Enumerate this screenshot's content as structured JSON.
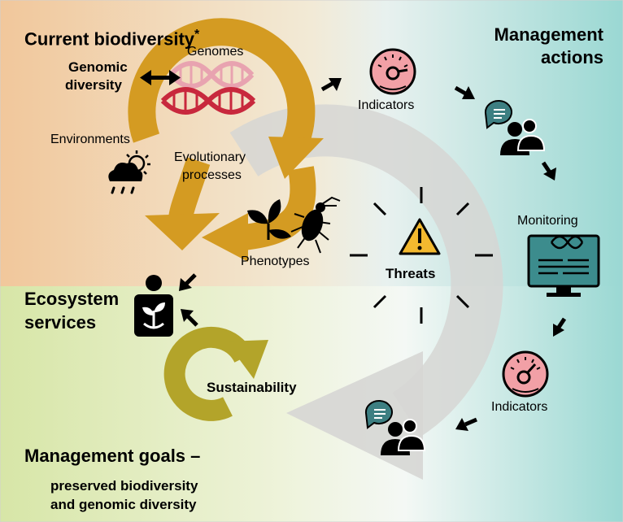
{
  "sections": {
    "current_biodiversity": "Current biodiversity",
    "asterisk": "*",
    "management_actions_line1": "Management",
    "management_actions_line2": "actions",
    "ecosystem_line1": "Ecosystem",
    "ecosystem_line2": "services",
    "goals_title": "Management goals –",
    "goals_line1": "preserved biodiversity",
    "goals_line2": "and genomic diversity"
  },
  "labels": {
    "genomic_diversity_line1": "Genomic",
    "genomic_diversity_line2": "diversity",
    "genomes": "Genomes",
    "environments": "Environments",
    "evolutionary_line1": "Evolutionary",
    "evolutionary_line2": "processes",
    "phenotypes": "Phenotypes",
    "threats": "Threats",
    "sustainability": "Sustainability",
    "indicators_top": "Indicators",
    "indicators_bottom": "Indicators",
    "monitoring": "Monitoring"
  },
  "colors": {
    "orange_bg": "#f1c79b",
    "green_bg": "#d7e6a7",
    "teal_bg": "#9ad8d3",
    "gold_arrow": "#d49b22",
    "olive_arrow": "#b3a42a",
    "grey_cycle": "#d6d6d4",
    "dna_pink": "#e8a3b0",
    "dna_red": "#c8283d",
    "gauge_pink": "#f2a0a6",
    "speech_teal": "#3d7f82",
    "monitor_teal": "#3c8c8d",
    "warning_yellow": "#f3b92f"
  },
  "icons": [
    "dna-icon",
    "weather-icon",
    "leaf-icon",
    "beetle-icon",
    "person-plant-icon",
    "gauge-icon",
    "people-discussion-icon",
    "monitor-dna-icon",
    "warning-icon",
    "cycle-arrow-icon"
  ]
}
